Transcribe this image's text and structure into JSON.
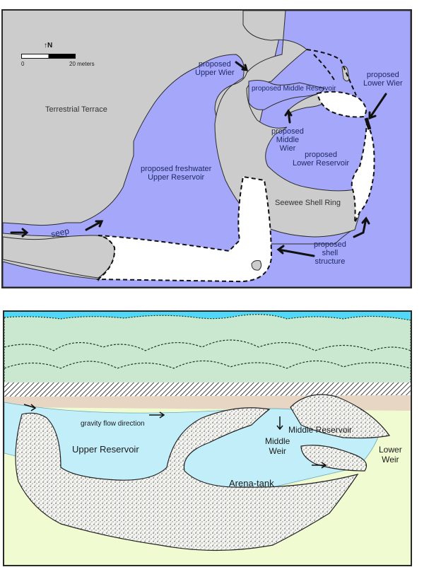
{
  "colors": {
    "land": "#cccccc",
    "water_map": "#a5a8fa",
    "shell_structure": "#ffffff",
    "outline": "#2a2a2a",
    "map_text": "#1e2a66",
    "sky": "#4fd8f7",
    "trees": "#c9e8cf",
    "water_illus": "#c2eefa",
    "beach": "#e8d6c4",
    "ground": "#f0fbd2"
  },
  "map": {
    "north_label": "N",
    "scale": {
      "start": "0",
      "end": "20 meters"
    },
    "labels": {
      "terrestrial_terrace": "Terrestrial Terrace",
      "upper_wier": [
        "proposed",
        "Upper Wier"
      ],
      "middle_reservoir": "proposed Middle Reservoir",
      "lower_wier": [
        "proposed",
        "Lower Wier"
      ],
      "middle_wier": [
        "proposed",
        "Middle",
        "Wier"
      ],
      "lower_reservoir": [
        "proposed",
        "Lower Reservoir"
      ],
      "upper_reservoir": [
        "proposed freshwater",
        "Upper Reservoir"
      ],
      "shell_ring": "Seewee Shell Ring",
      "seep": "seep",
      "shell_structure": [
        "proposed",
        "shell",
        "structure"
      ]
    }
  },
  "illustration": {
    "labels": {
      "gravity_flow": "gravity flow direction",
      "upper_reservoir": "Upper Reservoir",
      "middle_reservoir": "Middle Reservoir",
      "middle_weir": [
        "Middle",
        "Weir"
      ],
      "lower_weir": [
        "Lower",
        "Weir"
      ],
      "arena_tank": "Arena-tank"
    }
  }
}
